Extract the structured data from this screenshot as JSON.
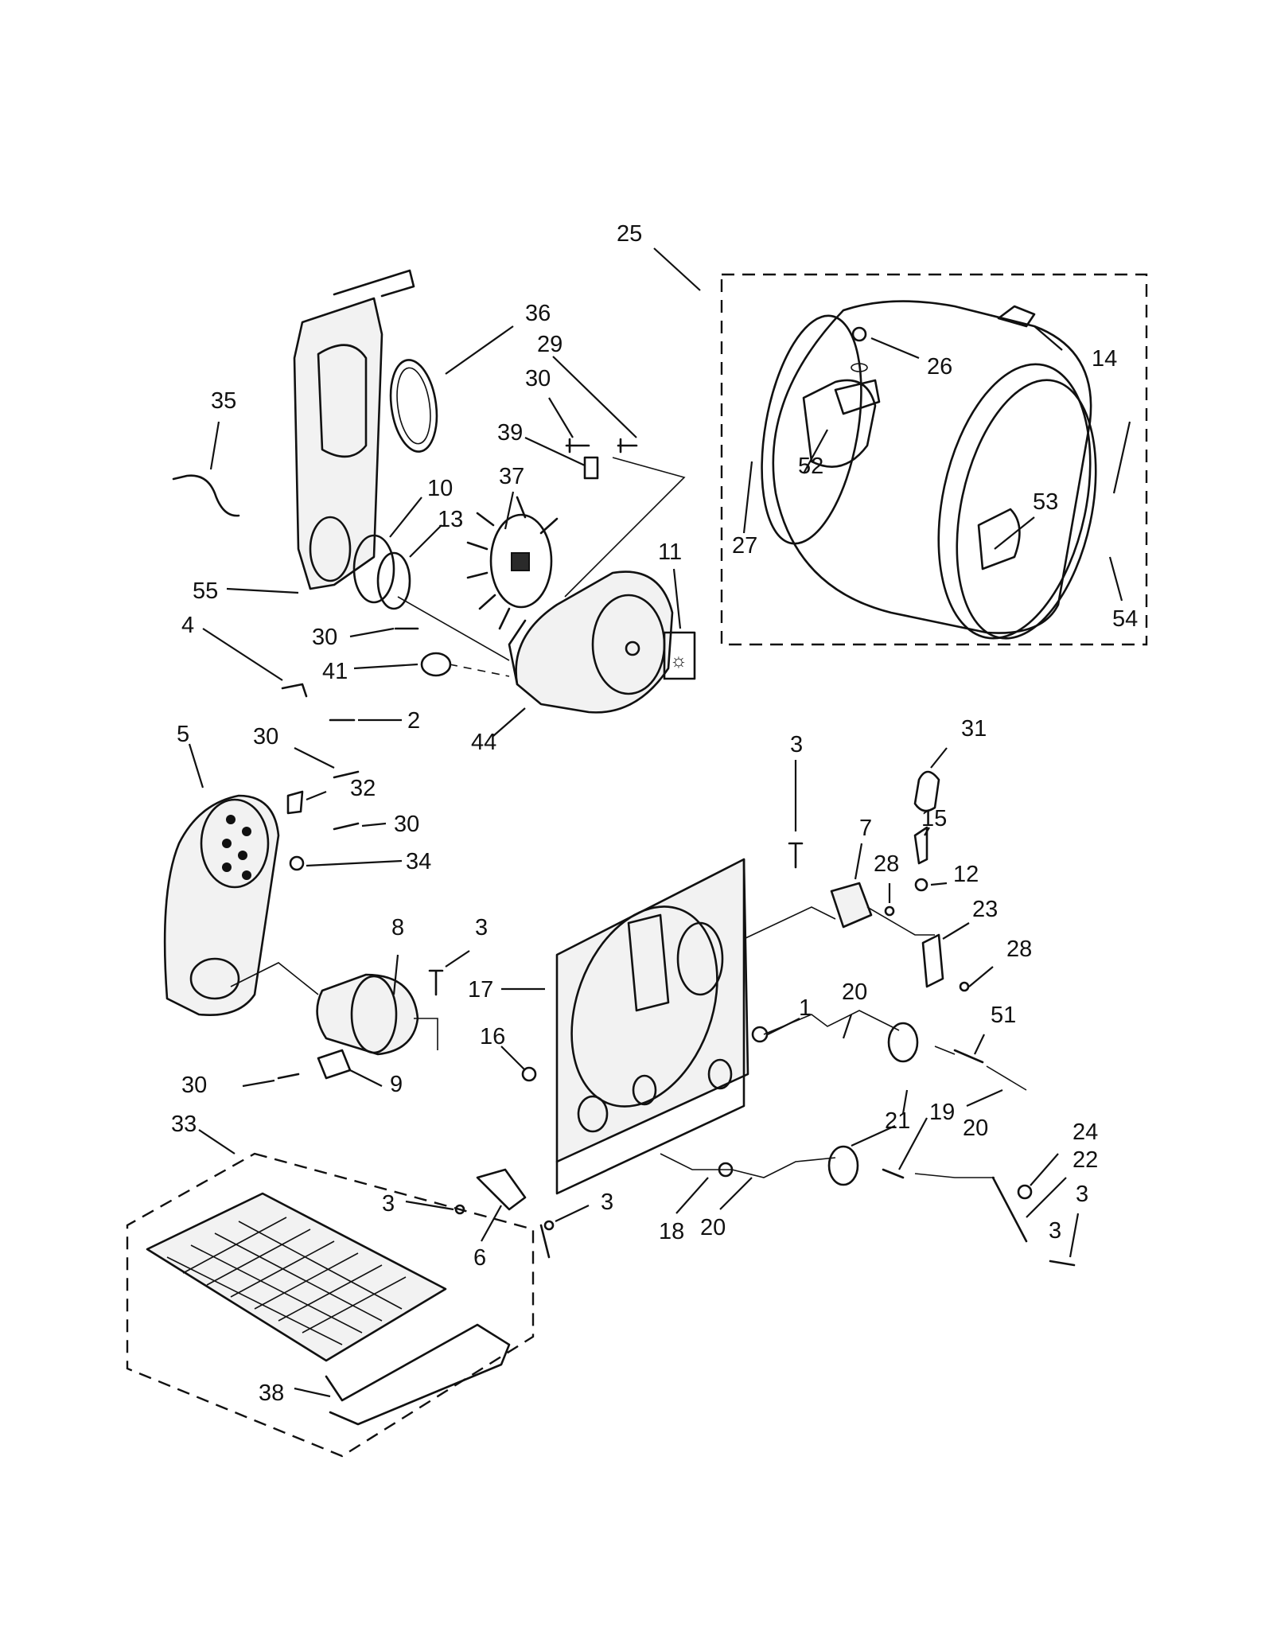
{
  "diagram": {
    "colors": {
      "ink": "#111111",
      "paper": "#ffffff",
      "shade": "#f2f2f2"
    },
    "labels": [
      {
        "id": "L25a",
        "text": "25",
        "part": "drum-assembly"
      },
      {
        "id": "L36",
        "text": "36",
        "part": "seal"
      },
      {
        "id": "L29",
        "text": "29",
        "part": "screw"
      },
      {
        "id": "L30a",
        "text": "30",
        "part": "screw"
      },
      {
        "id": "L14",
        "text": "14",
        "part": "drum-clip"
      },
      {
        "id": "L26",
        "text": "26",
        "part": "drum-screw"
      },
      {
        "id": "L35",
        "text": "35",
        "part": "wire-harness"
      },
      {
        "id": "L39",
        "text": "39",
        "part": "bracket"
      },
      {
        "id": "L37",
        "text": "37",
        "part": "blower-wheel"
      },
      {
        "id": "L10",
        "text": "10",
        "part": "seal"
      },
      {
        "id": "L13",
        "text": "13",
        "part": "ring"
      },
      {
        "id": "L52",
        "text": "52",
        "part": "drum-baffle"
      },
      {
        "id": "L11",
        "text": "11",
        "part": "label"
      },
      {
        "id": "L27",
        "text": "27",
        "part": "rear-seal"
      },
      {
        "id": "L53",
        "text": "53",
        "part": "baffle"
      },
      {
        "id": "L55",
        "text": "55",
        "part": "blower-housing"
      },
      {
        "id": "L54",
        "text": "54",
        "part": "front-seal"
      },
      {
        "id": "L4",
        "text": "4",
        "part": "clip"
      },
      {
        "id": "L30b",
        "text": "30",
        "part": "screw"
      },
      {
        "id": "L41",
        "text": "41",
        "part": "thermostat"
      },
      {
        "id": "L2",
        "text": "2",
        "part": "screw"
      },
      {
        "id": "L44",
        "text": "44",
        "part": "blower-housing-cover"
      },
      {
        "id": "L5",
        "text": "5",
        "part": "duct"
      },
      {
        "id": "L30c",
        "text": "30",
        "part": "screw"
      },
      {
        "id": "L31",
        "text": "31",
        "part": "cover"
      },
      {
        "id": "L32",
        "text": "32",
        "part": "thermal-fuse"
      },
      {
        "id": "L3a",
        "text": "3",
        "part": "screw"
      },
      {
        "id": "L30d",
        "text": "30",
        "part": "screw"
      },
      {
        "id": "L15",
        "text": "15",
        "part": "knob"
      },
      {
        "id": "L34",
        "text": "34",
        "part": "clip"
      },
      {
        "id": "L7",
        "text": "7",
        "part": "heater-box"
      },
      {
        "id": "L28a",
        "text": "28",
        "part": "screw"
      },
      {
        "id": "L12",
        "text": "12",
        "part": "switch"
      },
      {
        "id": "L23",
        "text": "23",
        "part": "bracket"
      },
      {
        "id": "L8",
        "text": "8",
        "part": "motor"
      },
      {
        "id": "L3b",
        "text": "3",
        "part": "screw"
      },
      {
        "id": "L28b",
        "text": "28",
        "part": "screw"
      },
      {
        "id": "L17",
        "text": "17",
        "part": "rear-panel"
      },
      {
        "id": "L20a",
        "text": "20",
        "part": "belt"
      },
      {
        "id": "L1",
        "text": "1",
        "part": "bearing"
      },
      {
        "id": "L51",
        "text": "51",
        "part": "shaft"
      },
      {
        "id": "L16",
        "text": "16",
        "part": "nut"
      },
      {
        "id": "L9",
        "text": "9",
        "part": "mount"
      },
      {
        "id": "L30e",
        "text": "30",
        "part": "screw"
      },
      {
        "id": "L21",
        "text": "21",
        "part": "pulley"
      },
      {
        "id": "L19",
        "text": "19",
        "part": "idler"
      },
      {
        "id": "L20b",
        "text": "20",
        "part": "belt"
      },
      {
        "id": "L33",
        "text": "33",
        "part": "base"
      },
      {
        "id": "L24",
        "text": "24",
        "part": "washer"
      },
      {
        "id": "L22",
        "text": "22",
        "part": "lever"
      },
      {
        "id": "L3c",
        "text": "3",
        "part": "screw"
      },
      {
        "id": "L3d",
        "text": "3",
        "part": "screw"
      },
      {
        "id": "L3e",
        "text": "3",
        "part": "screw"
      },
      {
        "id": "L3f",
        "text": "3",
        "part": "screw"
      },
      {
        "id": "L6",
        "text": "6",
        "part": "bracket"
      },
      {
        "id": "L18",
        "text": "18",
        "part": "washer"
      },
      {
        "id": "L20c",
        "text": "20",
        "part": "belt"
      },
      {
        "id": "L38",
        "text": "38",
        "part": "front-rail"
      }
    ]
  }
}
